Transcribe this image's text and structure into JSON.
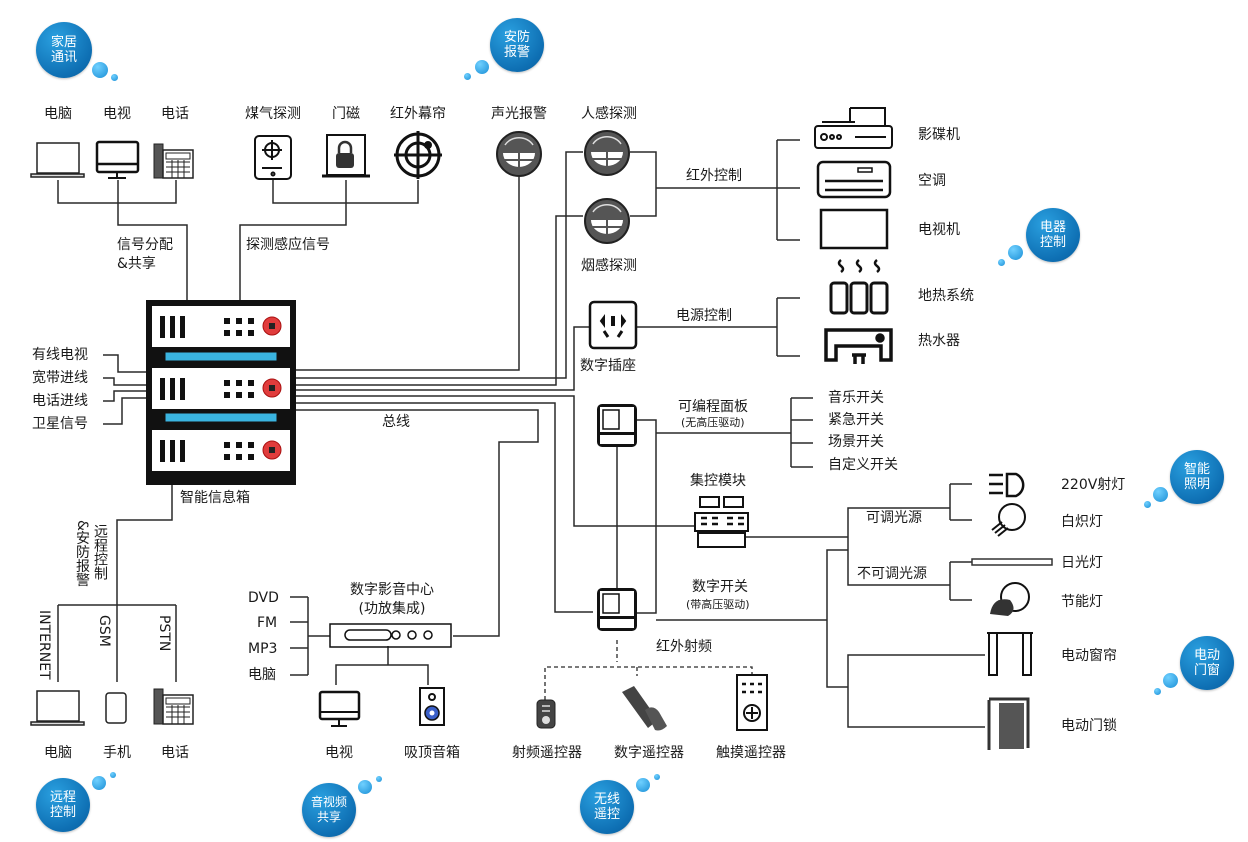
{
  "bubbles": {
    "home_comm": "家居通讯",
    "security": "安防报警",
    "appliance": "电器控制",
    "lighting": "智能照明",
    "door_window": "电动门窗",
    "remote": "远程控制",
    "av_share": "音视频共享",
    "wireless": "无线遥控"
  },
  "home_comm": {
    "devices": [
      "电脑",
      "电视",
      "电话"
    ],
    "link_label_1": "信号分配",
    "link_label_2": "&共享"
  },
  "security": {
    "sensors": [
      "煤气探测",
      "门磁",
      "红外幕帘"
    ],
    "link_label": "探测感应信号",
    "alarm": "声光报警",
    "motion": "人感探测",
    "smoke": "烟感探测"
  },
  "hub": {
    "name": "智能信息箱",
    "inputs": [
      "有线电视",
      "宽带进线",
      "电话进线",
      "卫星信号"
    ],
    "bus_label": "总线"
  },
  "ir_control": {
    "label": "红外控制",
    "devices": [
      "影碟机",
      "空调",
      "电视机"
    ]
  },
  "power_control": {
    "socket": "数字插座",
    "label": "电源控制",
    "devices": [
      "地热系统",
      "热水器"
    ]
  },
  "panel": {
    "label": "可编程面板",
    "sublabel": "(无高压驱动)",
    "switches": [
      "音乐开关",
      "紧急开关",
      "场景开关",
      "自定义开关"
    ]
  },
  "central": {
    "label": "集控模块"
  },
  "lighting": {
    "dimmable": "可调光源",
    "non_dimmable": "不可调光源",
    "lamps": [
      "220V射灯",
      "白炽灯",
      "日光灯",
      "节能灯"
    ]
  },
  "digital_switch": {
    "label": "数字开关",
    "sublabel": "(带高压驱动)",
    "rf_label": "红外射频"
  },
  "remotes": [
    "射频遥控器",
    "数字遥控器",
    "触摸遥控器"
  ],
  "door_window": [
    "电动窗帘",
    "电动门锁"
  ],
  "av_center": {
    "title": "数字影音中心",
    "subtitle": "(功放集成)",
    "sources": [
      "DVD",
      "FM",
      "MP3",
      "电脑"
    ],
    "outputs": [
      "电视",
      "吸顶音箱"
    ]
  },
  "remote_ctrl": {
    "label": "远程控制&安防报警",
    "label_a": "远程控制",
    "label_b": "&安防报警",
    "channels": [
      "INTERNET",
      "GSM",
      "PSTN"
    ],
    "devices": [
      "电脑",
      "手机",
      "电话"
    ]
  },
  "colors": {
    "bubble_blue": "#0e6fb3",
    "hub_accent": "#3ab4e0",
    "hub_button": "#e03c3c",
    "line": "#2a2a2a"
  }
}
